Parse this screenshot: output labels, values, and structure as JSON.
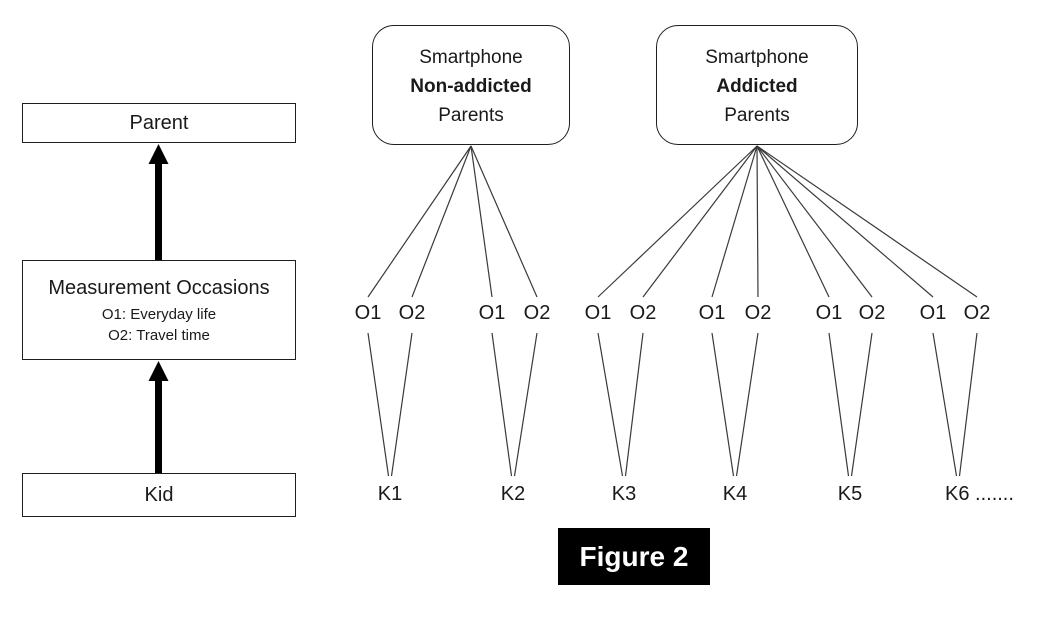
{
  "figure": {
    "caption": "Figure 2"
  },
  "left_flow": {
    "parent": {
      "label": "Parent"
    },
    "measurement": {
      "title": "Measurement Occasions",
      "line1": "O1: Everyday life",
      "line2": "O2: Travel time"
    },
    "kid": {
      "label": "Kid"
    },
    "arrow_direction": "up"
  },
  "occasion_pair": {
    "o1": "O1",
    "o2": "O2"
  },
  "parent_groups": [
    {
      "line1": "Smartphone",
      "line2": "Non-addicted",
      "line3": "Parents",
      "kids": [
        "K1",
        "K2"
      ]
    },
    {
      "line1": "Smartphone",
      "line2": "Addicted",
      "line3": "Parents",
      "kids": [
        "K3",
        "K4",
        "K5",
        "K6"
      ]
    }
  ],
  "kid_labels": [
    "K1",
    "K2",
    "K3",
    "K4",
    "K5",
    "K6 ......."
  ],
  "colors": {
    "background": "#ffffff",
    "text": "#1a1a1a",
    "box_border": "#1f1f1f",
    "connector_line": "#3a3a3a",
    "arrow": "#000000",
    "figure_label_bg": "#000000",
    "figure_label_text": "#ffffff"
  }
}
